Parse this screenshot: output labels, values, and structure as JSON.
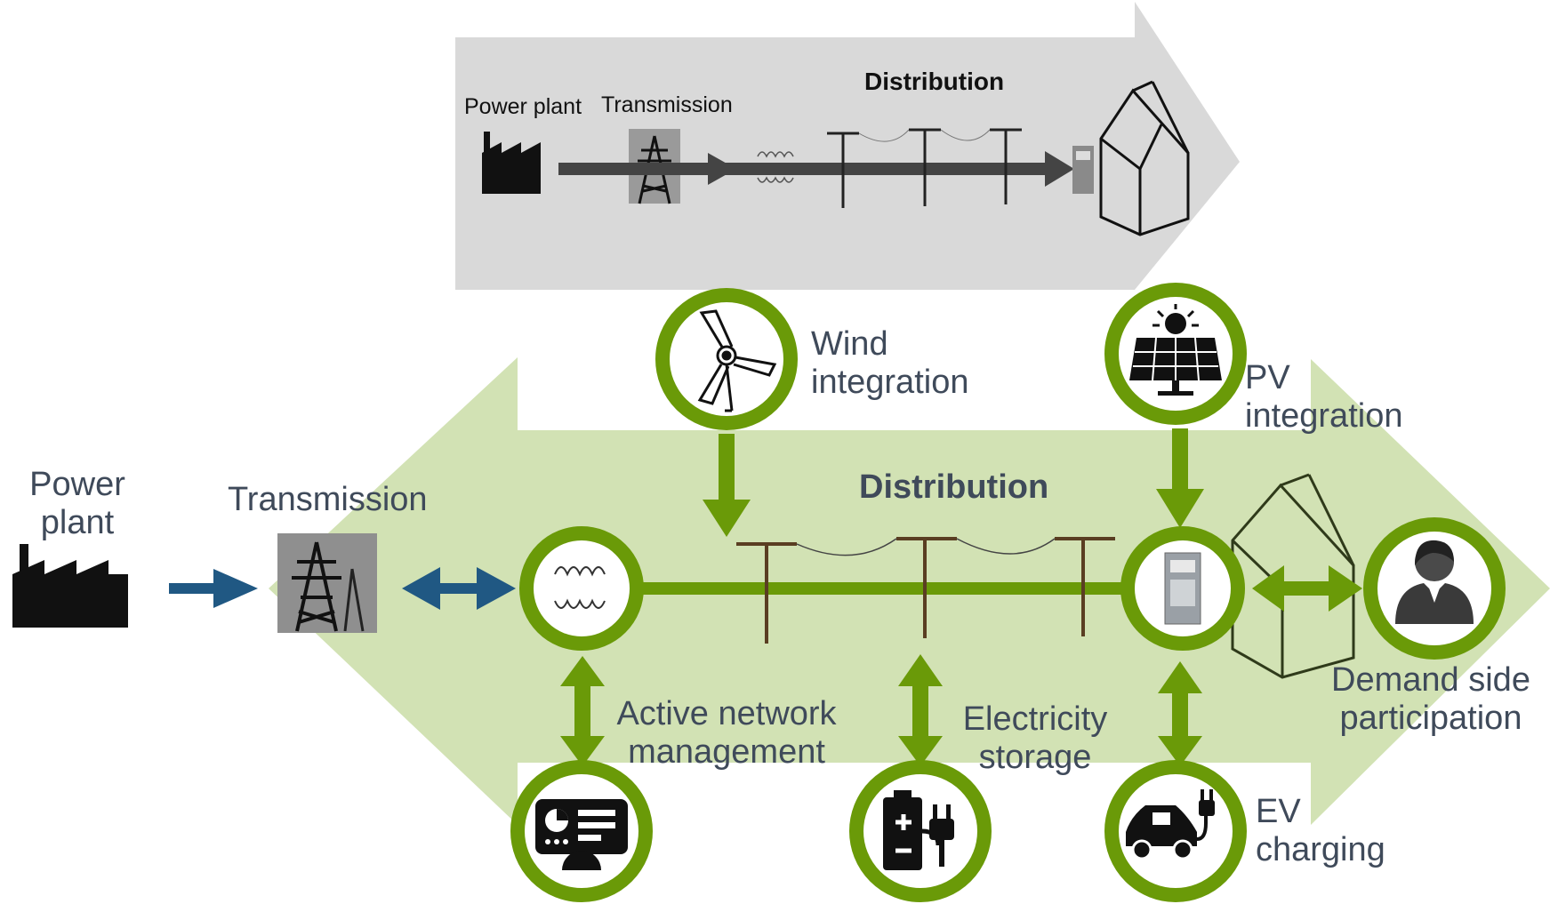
{
  "colors": {
    "green_dark": "#6a9a08",
    "green_light": "#d2e2b4",
    "gray_arrow": "#d9d9d9",
    "blue_arrow": "#205883",
    "text": "#3f4a5a"
  },
  "traditional": {
    "power_plant": "Power plant",
    "transmission": "Transmission",
    "distribution": "Distribution",
    "icons": [
      "factory-icon",
      "transmission-tower-icon",
      "transformer-icon",
      "utility-pole-icon",
      "meter-icon",
      "house-icon"
    ]
  },
  "smart": {
    "power_plant_line1": "Power",
    "power_plant_line2": "plant",
    "transmission": "Transmission",
    "distribution": "Distribution",
    "wind_line1": "Wind",
    "wind_line2": "integration",
    "pv_line1": "PV",
    "pv_line2": "integration",
    "anm_line1": "Active network",
    "anm_line2": "management",
    "storage_line1": "Electricity",
    "storage_line2": "storage",
    "ev_line1": "EV",
    "ev_line2": "charging",
    "demand_line1": "Demand side",
    "demand_line2": "participation",
    "icons": [
      "wind-turbine-icon",
      "solar-panel-icon",
      "dashboard-icon",
      "battery-plug-icon",
      "electric-car-icon",
      "person-icon",
      "meter-icon",
      "transformer-icon"
    ]
  }
}
